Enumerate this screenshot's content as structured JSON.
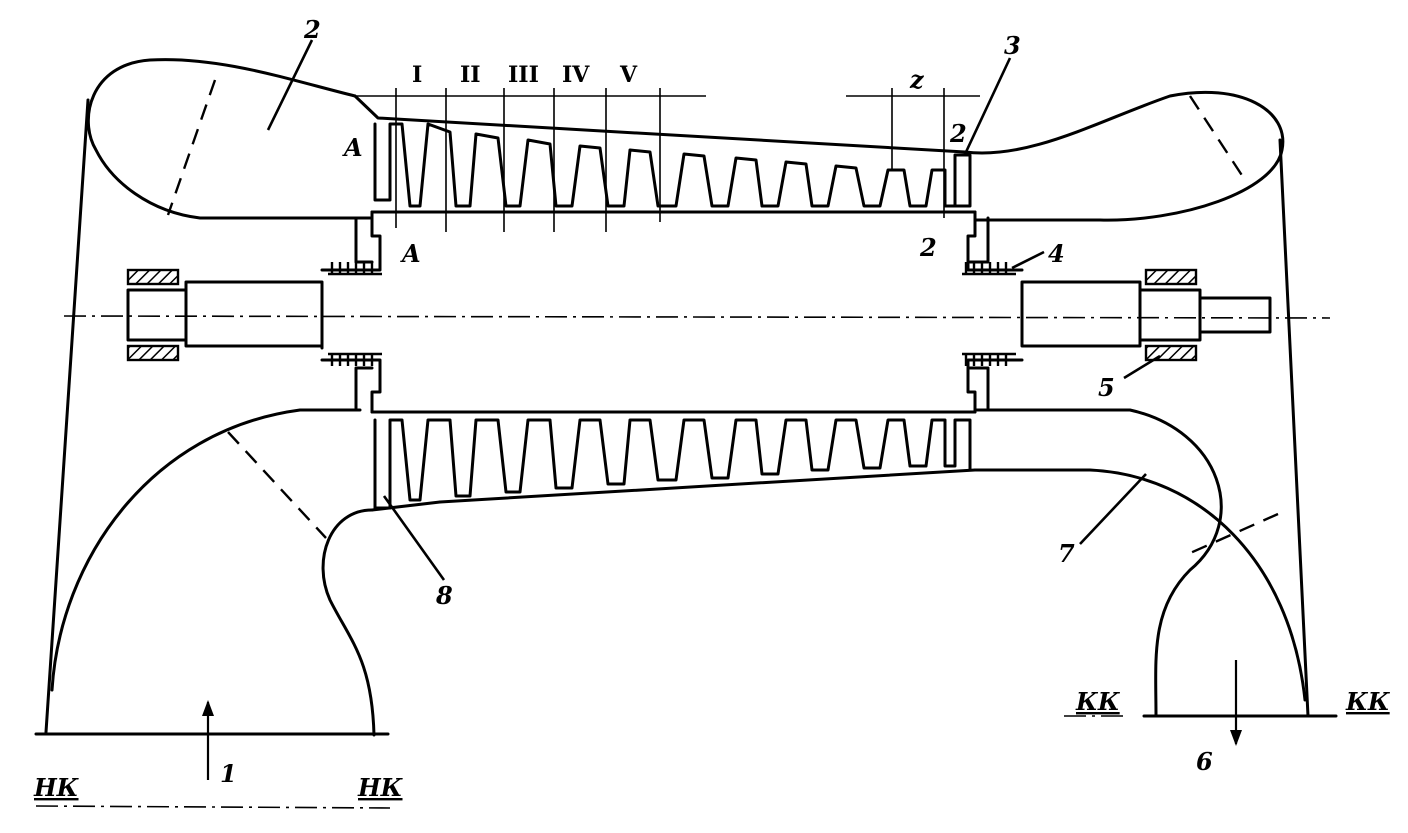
{
  "labels": {
    "inlet_flow": "1",
    "casing_top": "2",
    "seal_left_top": "2",
    "seal_right": "2",
    "rotor_disk": "3",
    "thrust_seal": "4",
    "bearing": "5",
    "outlet_flow": "6",
    "outlet_volute": "7",
    "guide_vane": "8",
    "section_a_top": "A",
    "section_a_bottom": "A",
    "stage_pitch": "z",
    "inlet_plane_left": "НК",
    "inlet_plane_right": "НК",
    "outlet_plane_left": "КК",
    "outlet_plane_right": "КК"
  },
  "stages": [
    "I",
    "II",
    "III",
    "IV",
    "V"
  ]
}
